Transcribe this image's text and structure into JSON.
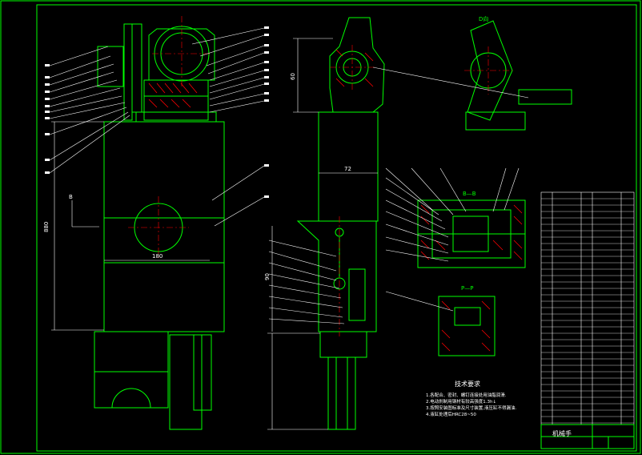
{
  "drawing": {
    "sheet_title": "机械手",
    "technical_requirements": {
      "title": "技术要求",
      "items": [
        "1.各配合、密封、螺钉连接处用油脂润滑.",
        "2.电动刹制用钢材有较高强度1.3h↓",
        "3.按照安装图标准及尺寸装置,液压缸不得漏油.",
        "4.液缸处理后HRC28~50"
      ]
    },
    "dimensions": {
      "height_left": "880",
      "width_center": "72",
      "small_vertical": "60",
      "width_bottom": "180",
      "side_height": "90"
    },
    "section_labels": {
      "b_b": "B—B",
      "p_p": "P—P",
      "d_view": "D向",
      "view_mark": "B"
    },
    "colors": {
      "outline": "#00ff00",
      "leader": "#ffffff",
      "dimension": "#ffffff",
      "hatch": "#ff0000",
      "background": "#000000"
    }
  }
}
